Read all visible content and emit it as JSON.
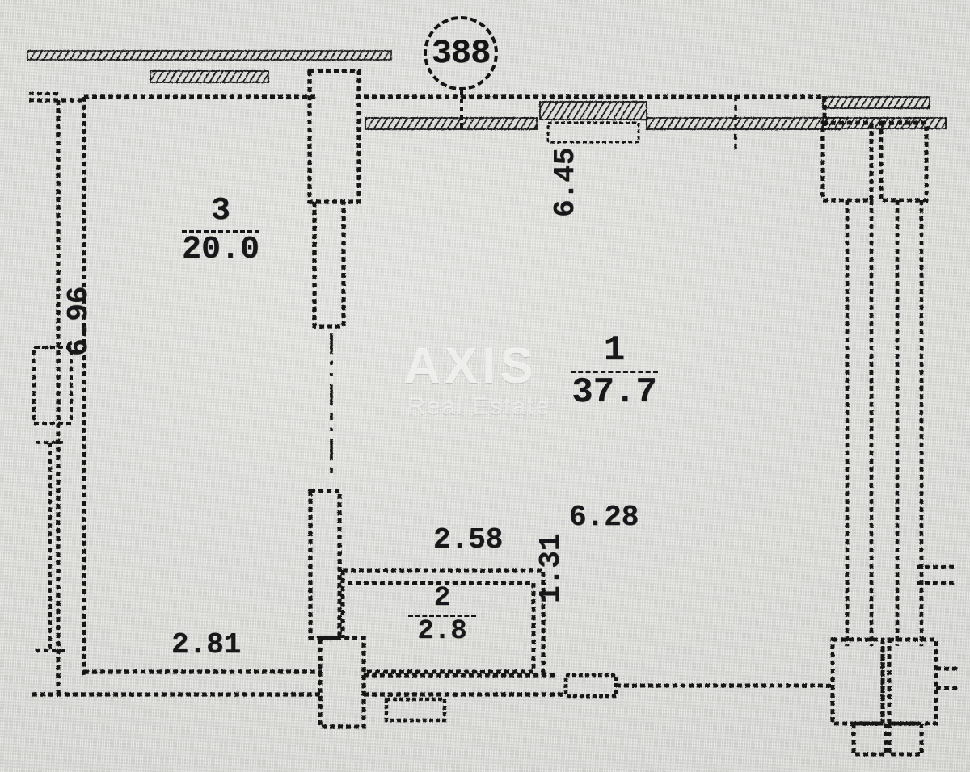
{
  "document": {
    "type": "apartment-floor-plan",
    "stamp_number": "388"
  },
  "watermark": {
    "main": "AXIS",
    "sub": "Real Estate"
  },
  "rooms": [
    {
      "id": "room-3",
      "number": "3",
      "area": "20.0"
    },
    {
      "id": "room-1",
      "number": "1",
      "area": "37.7"
    },
    {
      "id": "room-2",
      "number": "2",
      "area": "2.8"
    }
  ],
  "dimensions": {
    "left_vertical": "6.96",
    "bottom_left": "2.81",
    "bottom_mid": "2.58",
    "right_upper_vertical": "6.45",
    "right_lower": "6.28",
    "inner_vertical": "1.31"
  },
  "colors": {
    "paper": "#d9d9d6",
    "ink": "#18181a",
    "watermark": "#ffffff"
  }
}
